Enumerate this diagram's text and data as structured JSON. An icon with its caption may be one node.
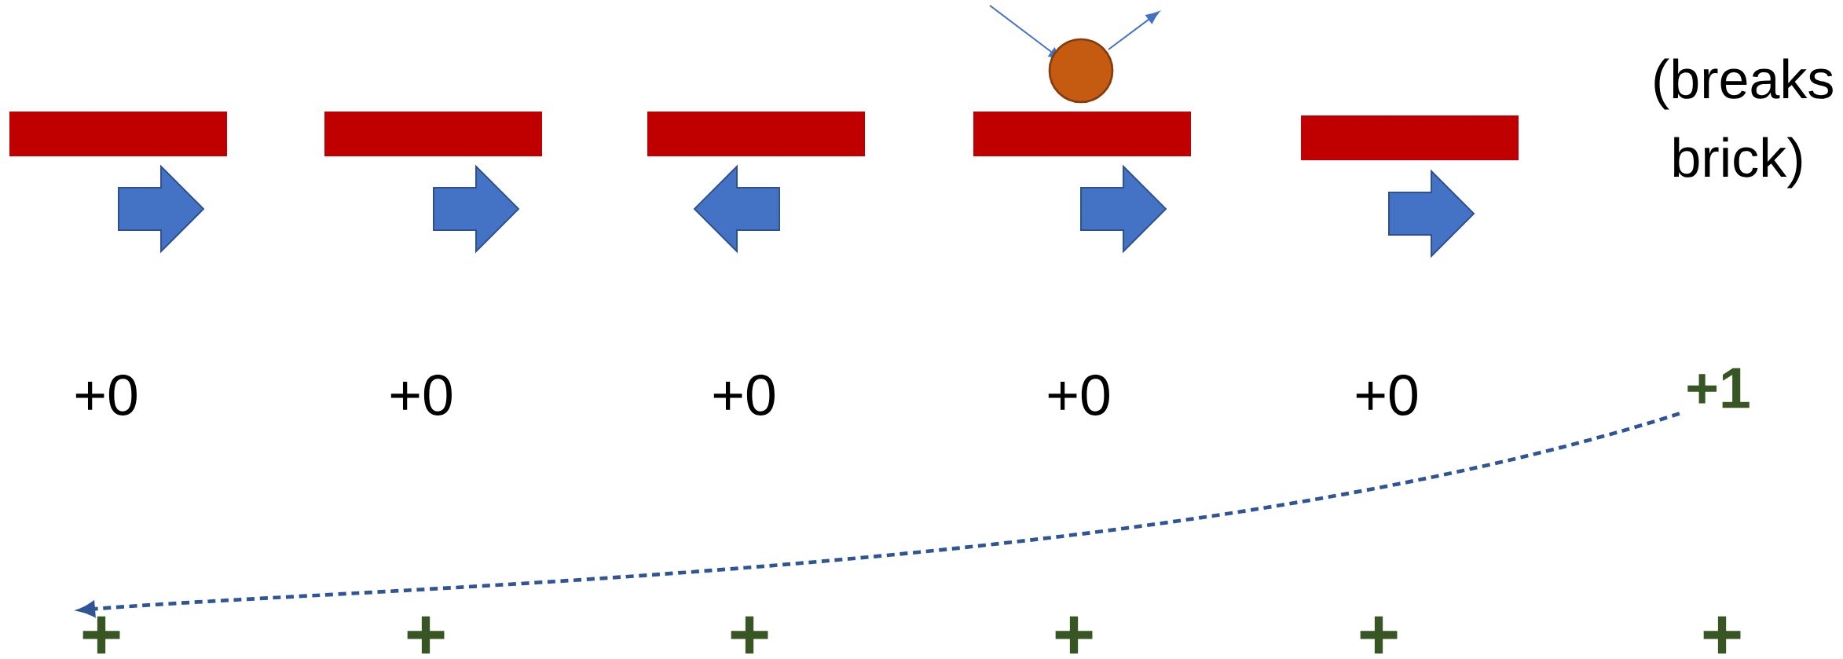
{
  "diagram": {
    "nodes": [
      {
        "text": [
          "+1"
        ]
      },
      {
        "text": [
          "+"
        ]
      }
    ],
    "edges": [
      {
        "from": 0,
        "to": 1,
        "arrow": "to",
        "style": "dashed"
      }
    ],
    "labels": [
      "(breaks brick)",
      "+0",
      "+0",
      "+0",
      "+0",
      "+0",
      "+",
      "+",
      "+",
      "+",
      "+"
    ]
  }
}
